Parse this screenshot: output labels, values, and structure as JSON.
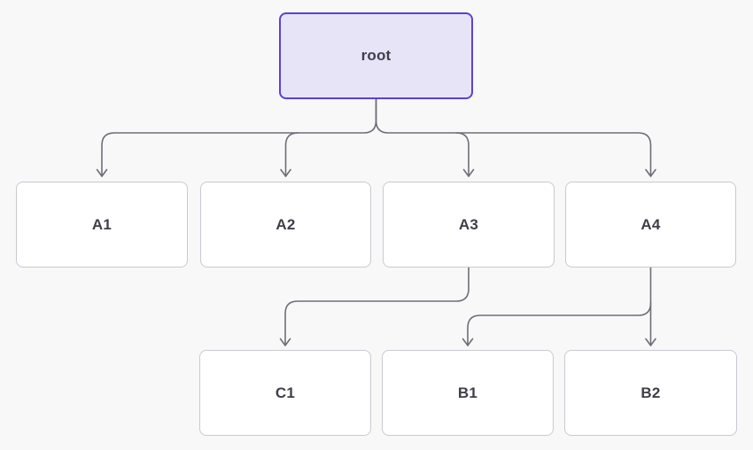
{
  "diagram": {
    "nodes": {
      "root": {
        "label": "root"
      },
      "a1": {
        "label": "A1"
      },
      "a2": {
        "label": "A2"
      },
      "a3": {
        "label": "A3"
      },
      "a4": {
        "label": "A4"
      },
      "c1": {
        "label": "C1"
      },
      "b1": {
        "label": "B1"
      },
      "b2": {
        "label": "B2"
      }
    },
    "edges": [
      {
        "from": "root",
        "to": "A1"
      },
      {
        "from": "root",
        "to": "A2"
      },
      {
        "from": "root",
        "to": "A3"
      },
      {
        "from": "root",
        "to": "A4"
      },
      {
        "from": "A3",
        "to": "C1"
      },
      {
        "from": "A4",
        "to": "B1"
      },
      {
        "from": "A4",
        "to": "B2"
      }
    ],
    "colors": {
      "background": "#f8f8f8",
      "edge": "#6e6e7a",
      "node_fill": "#ffffff",
      "node_border": "#c9c9d2",
      "node_text": "#3f3f4a",
      "root_fill": "#e8e4f7",
      "root_border": "#5743d7"
    }
  }
}
